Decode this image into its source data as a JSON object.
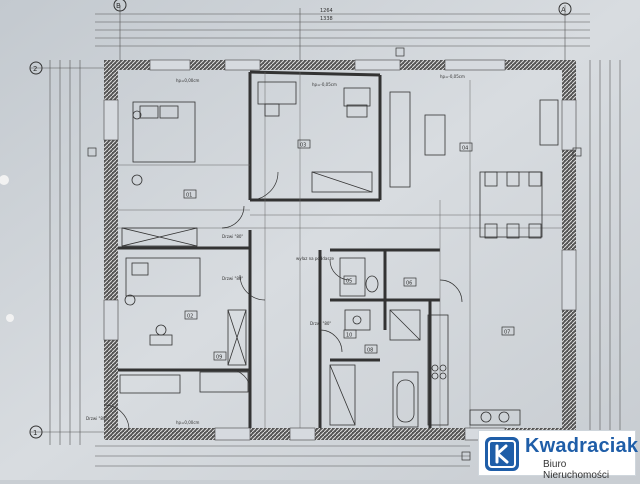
{
  "plan": {
    "axis_top": [
      "B",
      "A"
    ],
    "axis_left": [
      "2",
      "1"
    ],
    "dims_top": [
      "1264",
      "1338"
    ],
    "rooms": [
      {
        "id": "01"
      },
      {
        "id": "02"
      },
      {
        "id": "03"
      },
      {
        "id": "04"
      },
      {
        "id": "05"
      },
      {
        "id": "06"
      },
      {
        "id": "07"
      },
      {
        "id": "08"
      },
      {
        "id": "09"
      },
      {
        "id": "10"
      }
    ],
    "notes": {
      "drzwi": "Drzwi \"80\"",
      "wylaz": "wyłaz na poddasze",
      "level_a": "hp=0,00cm",
      "level_b": "hp=-0,05cm"
    }
  },
  "brand": {
    "name": "Kwadraciak",
    "tagline": "Biuro Nieruchomości",
    "color": "#1f5ea8"
  }
}
